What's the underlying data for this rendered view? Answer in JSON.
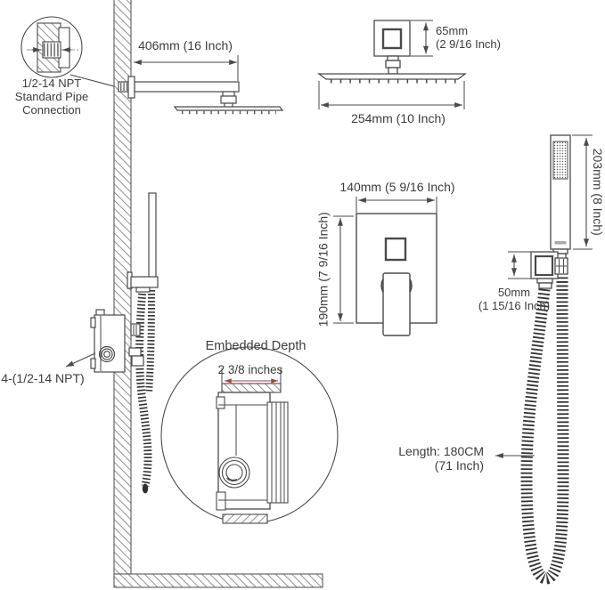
{
  "title": "Shower system installation dimension diagram",
  "colors": {
    "line": "#4a4a4a",
    "text": "#3d3d3d",
    "accent_red": "#9b4538",
    "hatch": "#909090"
  },
  "labels": {
    "pipe_connection": [
      "1/2-14 NPT",
      "Standard Pipe",
      "Connection"
    ],
    "arm_length": "406mm (16 Inch)",
    "head_height_mm": "65mm",
    "head_height_in": "(2 9/16 Inch)",
    "head_width": "254mm (10 Inch)",
    "valve_width": "140mm (5 9/16 Inch)",
    "valve_height": "190mm (7 9/16 Inch)",
    "handheld_height": "203mm (8 Inch)",
    "bracket_mm": "50mm",
    "bracket_in": "(1 15/16 Inch)",
    "embedded_depth_title": "Embedded Depth",
    "embedded_depth_value": "2 3/8 inches",
    "valve_ports": "4-(1/2-14 NPT)",
    "hose_length_line1": "Length: 180CM",
    "hose_length_line2": "(71 Inch)"
  }
}
